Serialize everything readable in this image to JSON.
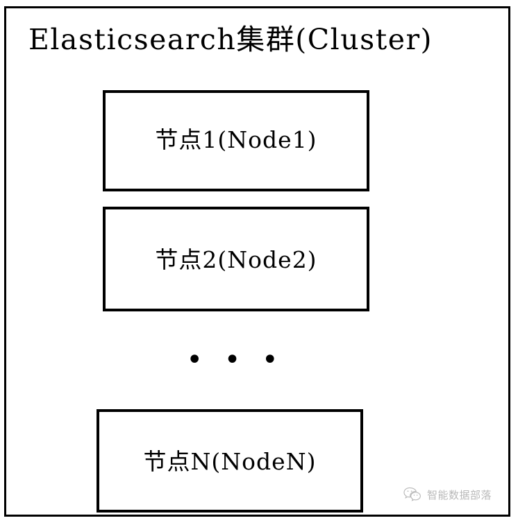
{
  "diagram": {
    "cluster": {
      "title": "Elasticsearch集群(Cluster)",
      "border_color": "#000000",
      "background_color": "#ffffff"
    },
    "nodes": [
      {
        "id": "node-1",
        "label": "节点1(Node1)"
      },
      {
        "id": "node-2",
        "label": "节点2(Node2)"
      },
      {
        "id": "node-n",
        "label": "节点N(NodeN)"
      }
    ],
    "ellipsis": "• • •"
  },
  "watermark": {
    "icon": "wechat-icon",
    "text": "智能数据部落",
    "color": "#585858"
  }
}
